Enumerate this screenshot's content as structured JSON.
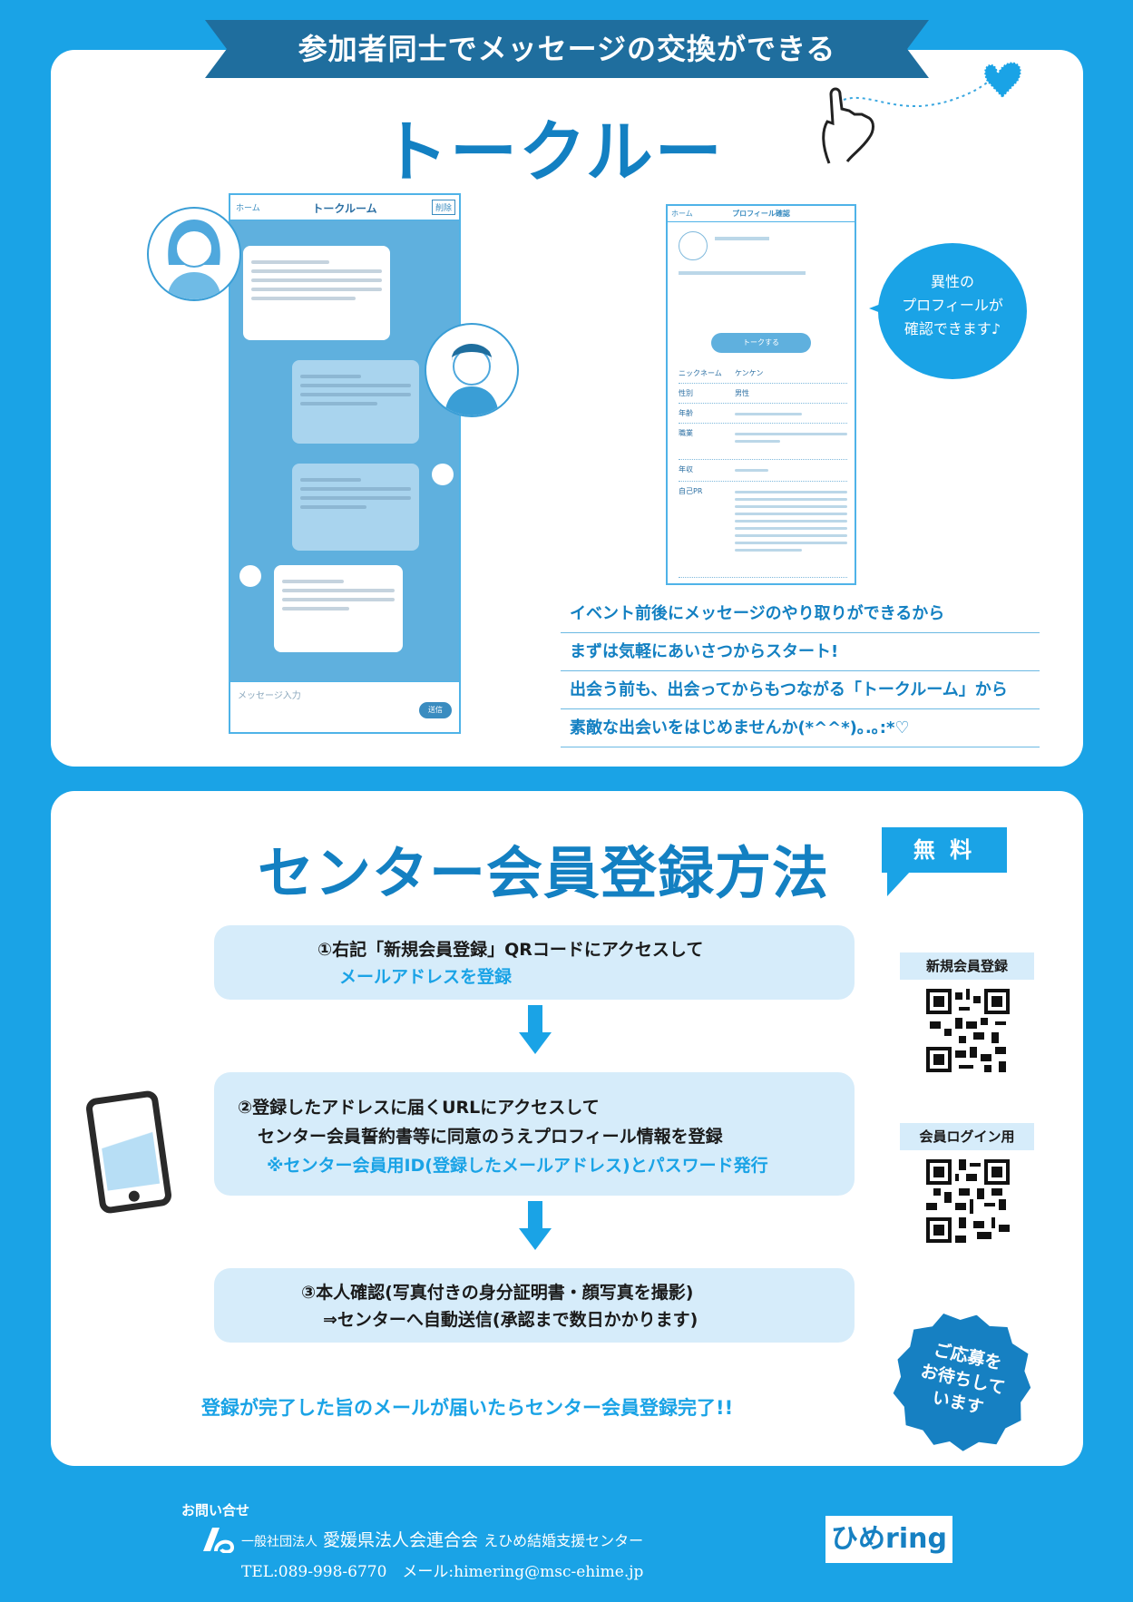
{
  "talk": {
    "banner": "参加者同士でメッセージの交換ができる",
    "title": "トークルーム",
    "chat": {
      "back_label": "ホーム",
      "title": "トークルーム",
      "action_label": "削除",
      "input_placeholder": "メッセージ入力",
      "send_label": "送信"
    },
    "profile": {
      "header_back": "ホーム",
      "header_title": "プロフィール確認",
      "button_label": "トークする",
      "rows": [
        {
          "key": "ニックネーム",
          "value": "ケンケン"
        },
        {
          "key": "性別",
          "value": "男性"
        },
        {
          "key": "年齢",
          "value": ""
        },
        {
          "key": "職業",
          "value": ""
        },
        {
          "key": "年収",
          "value": ""
        },
        {
          "key": "自己PR",
          "value": ""
        }
      ]
    },
    "note": "異性の\nプロフィールが\n確認できます♪",
    "bullets": [
      "イベント前後にメッセージのやり取りができるから",
      "まずは気軽にあいさつからスタート!",
      "出会う前も、出会ってからもつながる「トークルーム」から",
      "素敵な出会いをはじめませんか(*^^*)｡.｡:*♡"
    ]
  },
  "registration": {
    "title": "センター会員登録方法",
    "badge": "無 料",
    "steps": [
      {
        "line1": "①右記「新規会員登録」QRコードにアクセスして",
        "line2": "メールアドレスを登録"
      },
      {
        "line1": "②登録したアドレスに届くURLにアクセスして",
        "line2": "センター会員誓約書等に同意のうえプロフィール情報を登録",
        "line3": "※センター会員用ID(登録したメールアドレス)とパスワード発行"
      },
      {
        "line1": "③本人確認(写真付きの身分証明書・顔写真を撮影)",
        "line2": "⇒センターへ自動送信(承認まで数日かかります)"
      }
    ],
    "qr_new_label": "新規会員登録",
    "qr_login_label": "会員ログイン用",
    "final": "登録が完了した旨のメールが届いたらセンター会員登録完了!!",
    "seal": "ご応募を\nお待ちして\nいます"
  },
  "footer": {
    "contact_label": "お問い合せ",
    "org_prefix": "一般社団法人",
    "org_name": "愛媛県法人会連合会",
    "org_suffix": "えひめ結婚支援センター",
    "contact": "TEL:089-998-6770　メール:himering@msc-ehime.jp",
    "brand": "ひめring"
  },
  "colors": {
    "primary": "#1aa3e6",
    "dark_blue": "#1f6e9e",
    "title_blue": "#1380c2",
    "step_bg": "#d6ecfa"
  }
}
